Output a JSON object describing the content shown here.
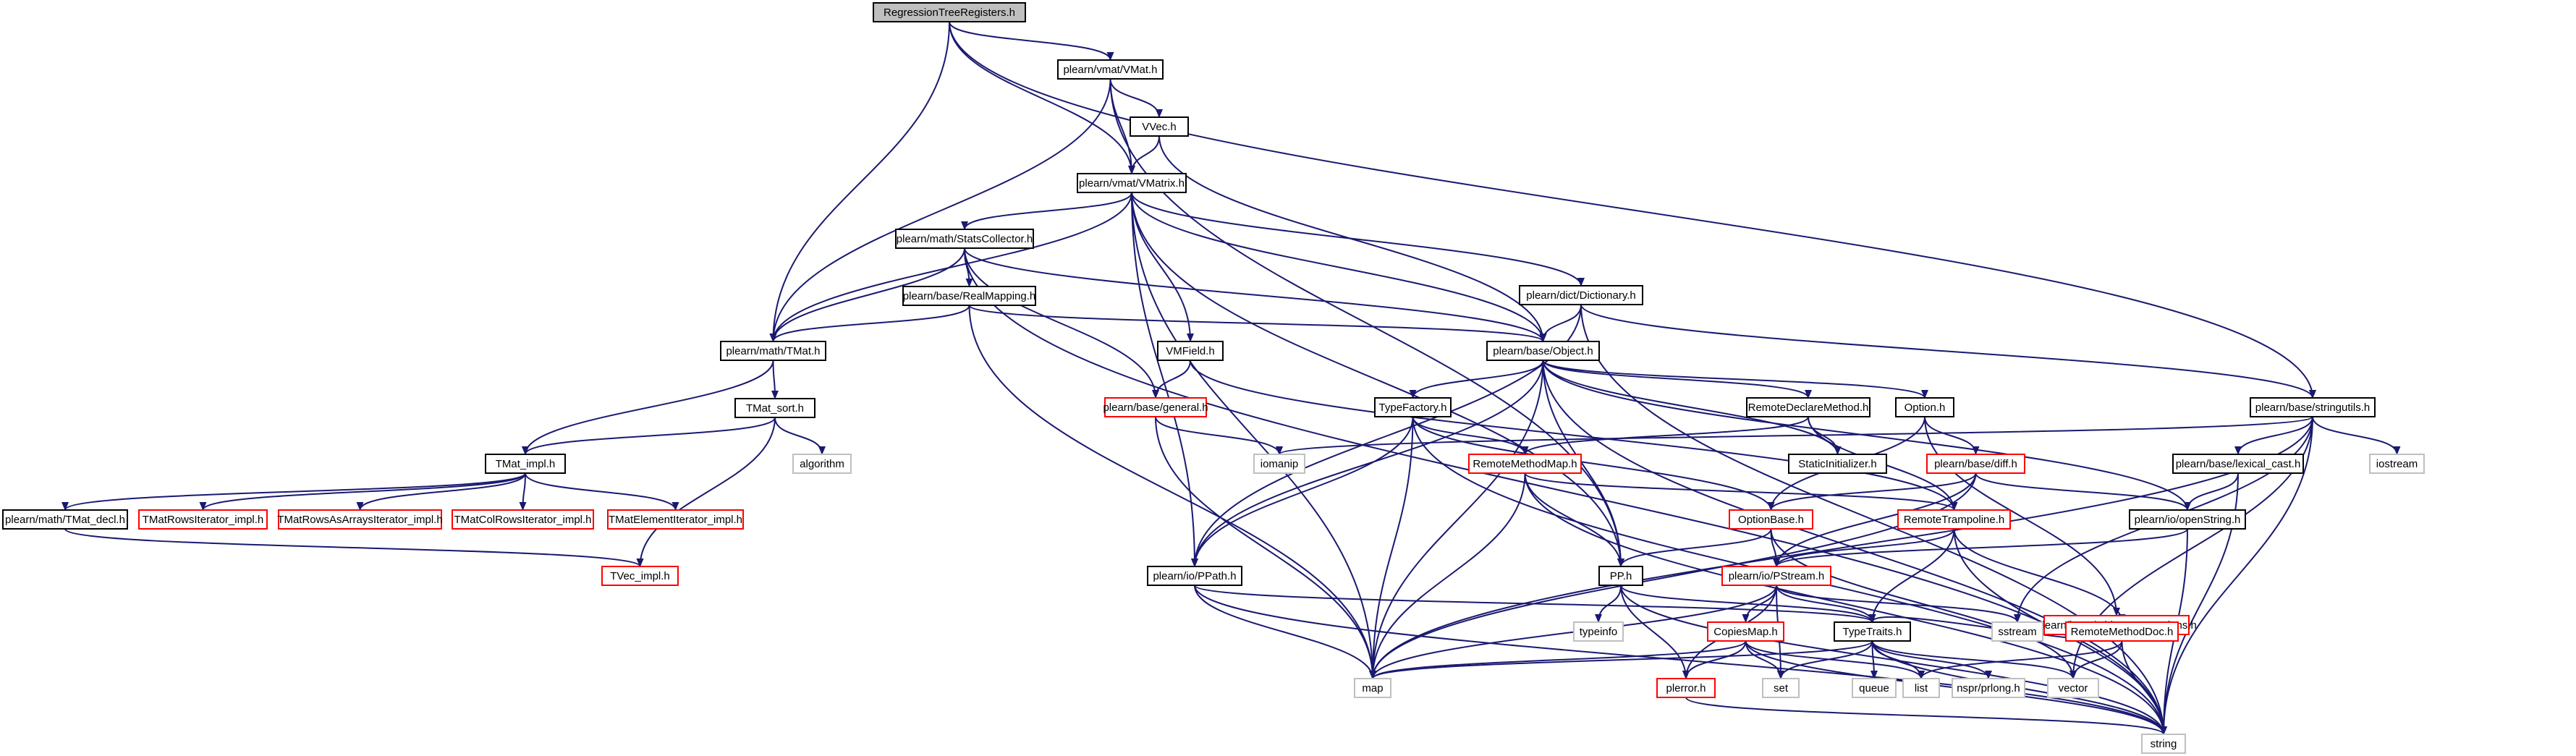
{
  "colors": {
    "edge": "#191970",
    "normal": "#000000",
    "truncated": "#ff0000",
    "system": "#bfbfbf",
    "root_fill": "#bfbfbf"
  },
  "nodes": {
    "root": "RegressionTreeRegisters.h",
    "vmat_h": "plearn/vmat/VMat.h",
    "vvec": "VVec.h",
    "vmatrix": "plearn/vmat/VMatrix.h",
    "statscollector": "plearn/math/StatsCollector.h",
    "realmapping": "plearn/base/RealMapping.h",
    "tmat": "plearn/math/TMat.h",
    "tmat_sort": "TMat_sort.h",
    "algorithm": "algorithm",
    "tmat_impl": "TMat_impl.h",
    "tmat_decl": "plearn/math/TMat_decl.h",
    "rows_iter": "TMatRowsIterator_impl.h",
    "rowsarr_iter": "TMatRowsAsArraysIterator_impl.h",
    "colrows_iter": "TMatColRowsIterator_impl.h",
    "elem_iter": "TMatElementIterator_impl.h",
    "tvec_impl": "TVec_impl.h",
    "vmfield": "VMField.h",
    "general": "plearn/base/general.h",
    "dictionary": "plearn/dict/Dictionary.h",
    "object": "plearn/base/Object.h",
    "typefactory": "TypeFactory.h",
    "iomanip": "iomanip",
    "remotedeclare": "RemoteDeclareMethod.h",
    "option": "Option.h",
    "stringutils": "plearn/base/stringutils.h",
    "iostream": "iostream",
    "staticinit": "StaticInitializer.h",
    "remotemethodmap": "RemoteMethodMap.h",
    "diff": "plearn/base/diff.h",
    "lexical_cast": "plearn/base/lexical_cast.h",
    "optionbase": "OptionBase.h",
    "remotetrampoline": "RemoteTrampoline.h",
    "openstring": "plearn/io/openString.h",
    "ppath": "plearn/io/PPath.h",
    "pp": "PP.h",
    "pstream": "plearn/io/PStream.h",
    "objconv": "plearn/base/ObjectConversions.h",
    "typeinfo": "typeinfo",
    "copiesmap": "CopiesMap.h",
    "typetraits": "TypeTraits.h",
    "sstream": "sstream",
    "remotemethoddoc": "RemoteMethodDoc.h",
    "map": "map",
    "perror": "plerror.h",
    "set": "set",
    "queue": "queue",
    "list": "list",
    "nspr": "nspr/prlong.h",
    "vector": "vector",
    "string": "string"
  }
}
